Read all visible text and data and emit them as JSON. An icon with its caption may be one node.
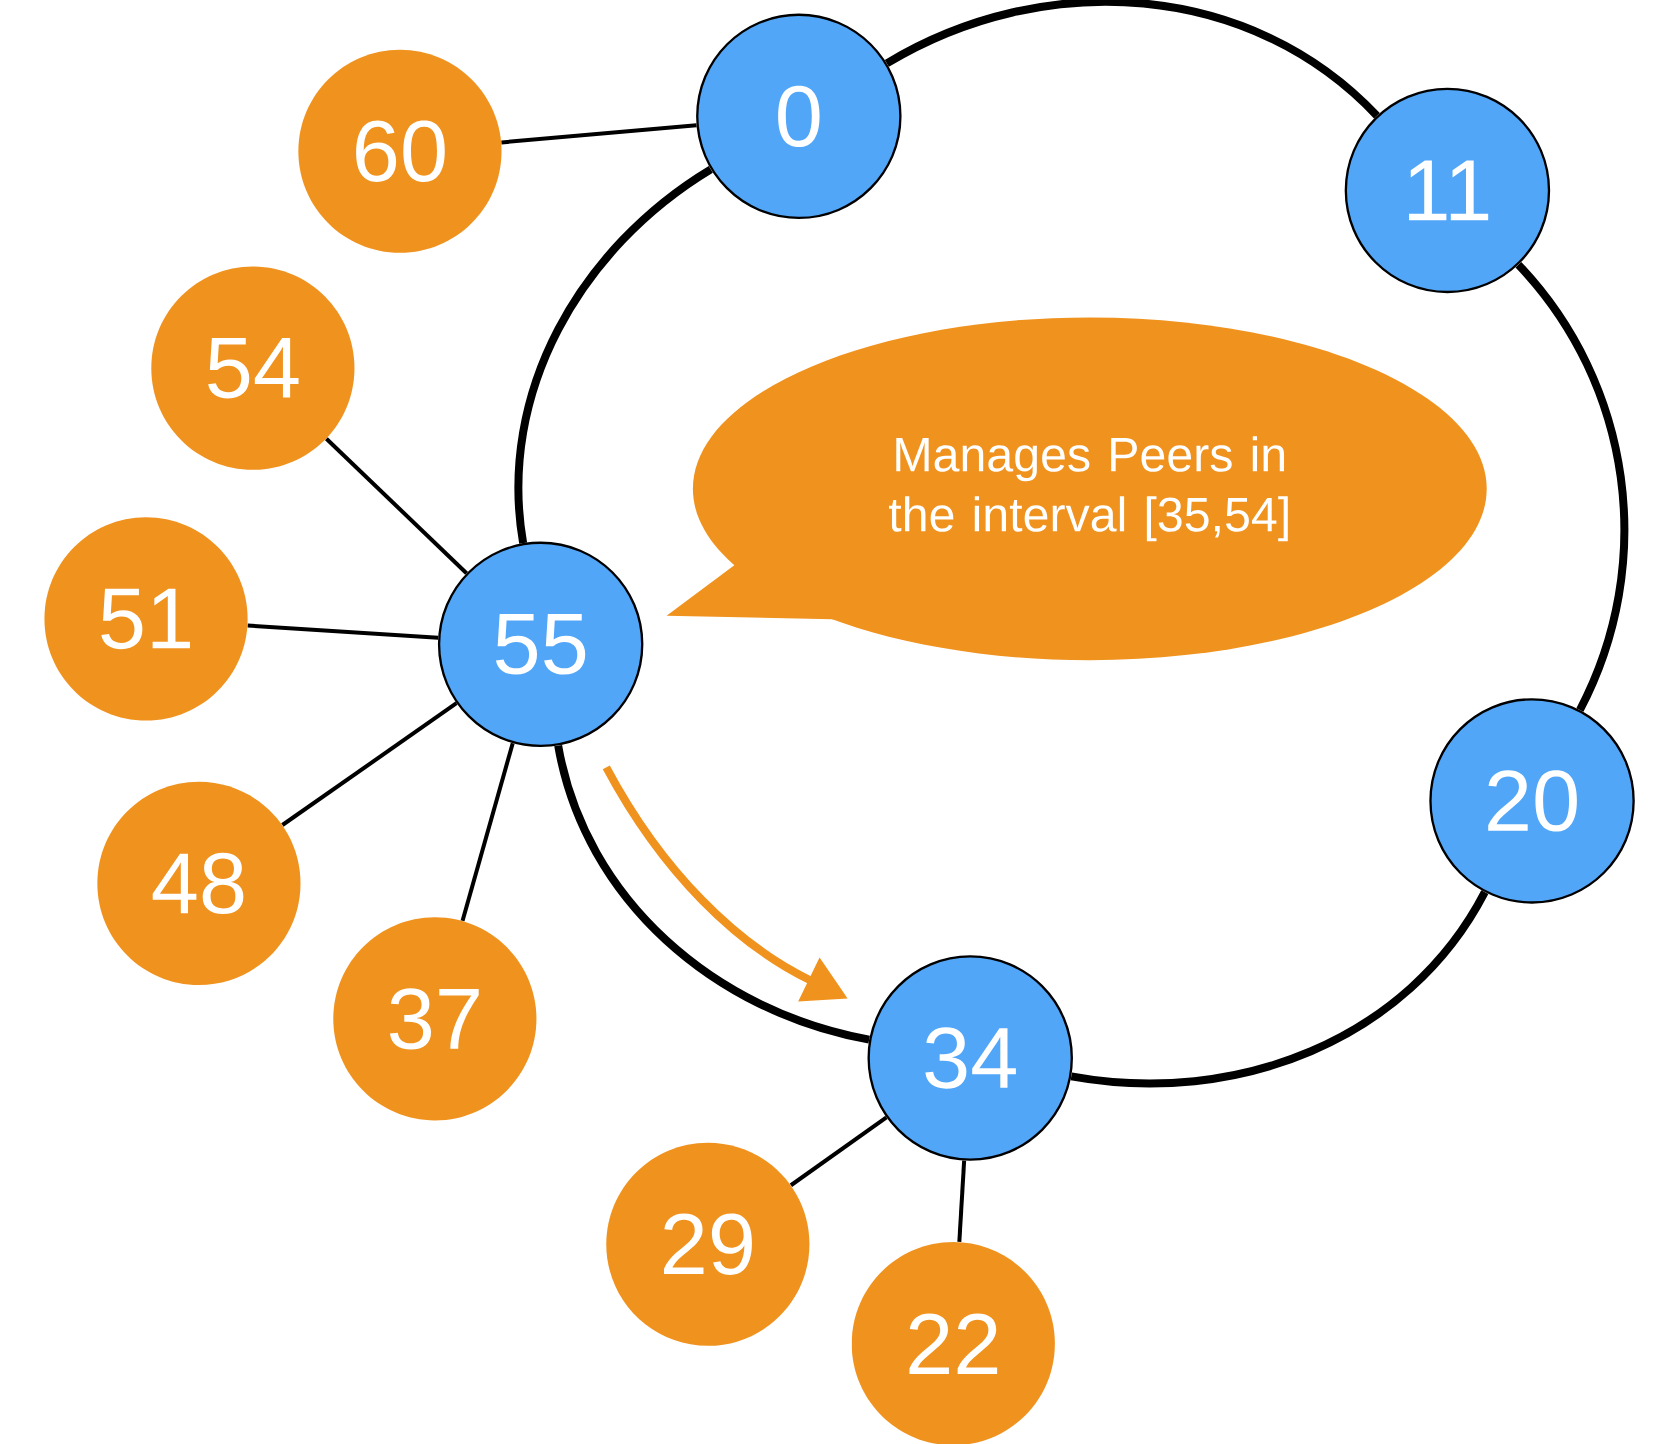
{
  "diagram": {
    "nodes": [
      {
        "text": [
          "0"
        ]
      },
      {
        "text": [
          "60"
        ]
      },
      {
        "text": [
          "11"
        ]
      },
      {
        "text": [
          "54"
        ]
      },
      {
        "text": [
          "Manages Peers in the interval [35,54]"
        ]
      },
      {
        "text": [
          "51"
        ]
      },
      {
        "text": [
          "55"
        ]
      },
      {
        "text": [
          "20"
        ]
      },
      {
        "text": [
          "48"
        ]
      },
      {
        "text": [
          "37"
        ]
      },
      {
        "text": [
          "34"
        ]
      },
      {
        "text": [
          "29"
        ]
      },
      {
        "text": [
          "22"
        ]
      }
    ],
    "edges": [
      {
        "from": 0,
        "to": 2,
        "arrow": "none",
        "style": "thick"
      },
      {
        "from": 2,
        "to": 7,
        "arrow": "none",
        "style": "thick"
      },
      {
        "from": 7,
        "to": 10,
        "arrow": "none",
        "style": "thick"
      },
      {
        "from": 10,
        "to": 6,
        "arrow": "none",
        "style": "thick"
      },
      {
        "from": 6,
        "to": 0,
        "arrow": "none",
        "style": "thick"
      },
      {
        "from": 1,
        "to": 0,
        "arrow": "none"
      },
      {
        "from": 3,
        "to": 6,
        "arrow": "none"
      },
      {
        "from": 5,
        "to": 6,
        "arrow": "none"
      },
      {
        "from": 8,
        "to": 6,
        "arrow": "none"
      },
      {
        "from": 9,
        "to": 6,
        "arrow": "none"
      },
      {
        "from": 11,
        "to": 10,
        "arrow": "none"
      },
      {
        "from": 12,
        "to": 10,
        "arrow": "none"
      },
      {
        "from": 6,
        "to": 10,
        "arrow": "to",
        "style": "thick",
        "color": "#f0921e"
      }
    ]
  }
}
